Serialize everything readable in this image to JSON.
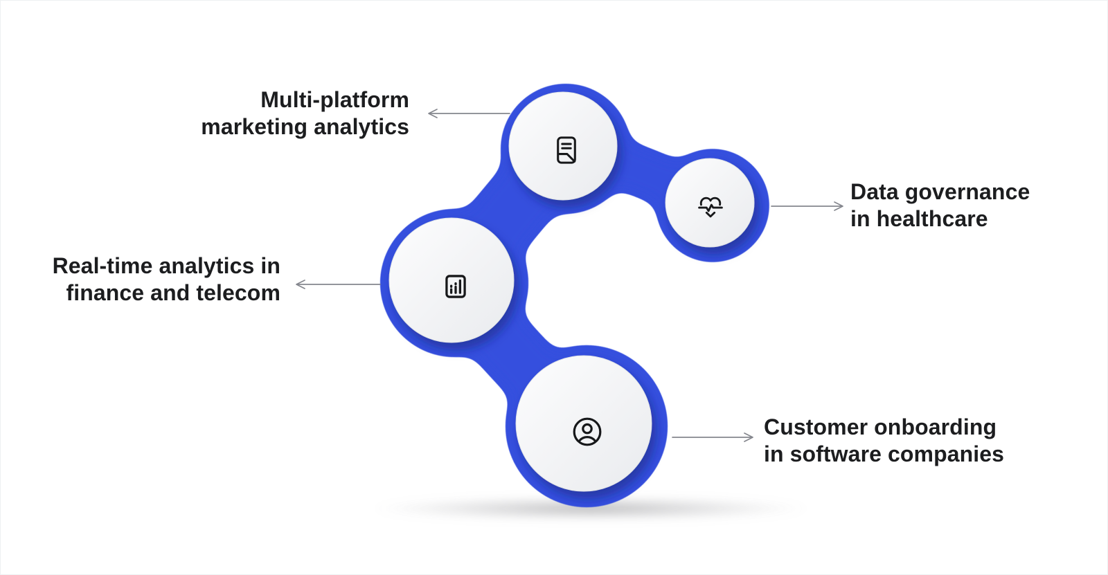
{
  "canvas": {
    "background": "#ffffff",
    "accent_color": "#3450de",
    "node_fill": "#f1f2f4",
    "arrow_color": "#84868d",
    "text_color": "#1c1d1f"
  },
  "nodes": [
    {
      "id": "marketing",
      "icon": "document-lines-icon",
      "label": "Multi-platform\nmarketing analytics"
    },
    {
      "id": "healthcare",
      "icon": "heart-pulse-icon",
      "label": "Data governance\nin healthcare"
    },
    {
      "id": "finance",
      "icon": "bar-chart-icon",
      "label": "Real-time analytics in\nfinance and telecom"
    },
    {
      "id": "software",
      "icon": "user-circle-icon",
      "label": "Customer onboarding\nin software companies"
    }
  ]
}
